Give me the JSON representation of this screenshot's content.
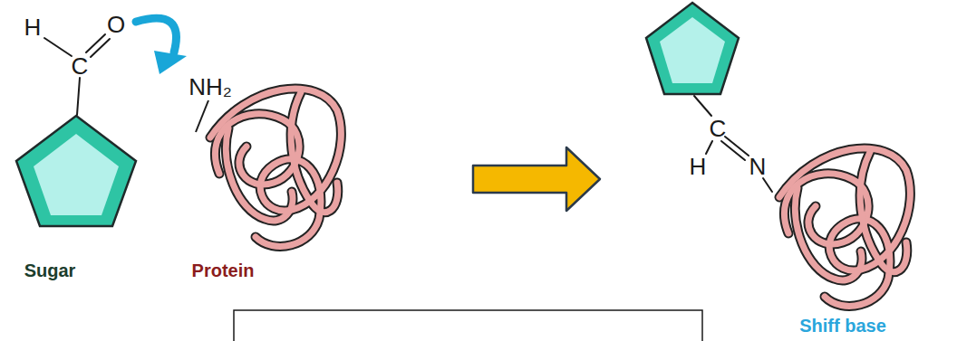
{
  "diagram": {
    "labels": [
      "H",
      "C",
      "O",
      "NH₂",
      "Sugar",
      "Protein",
      "H",
      "C",
      "N",
      "Shiff base"
    ]
  }
}
